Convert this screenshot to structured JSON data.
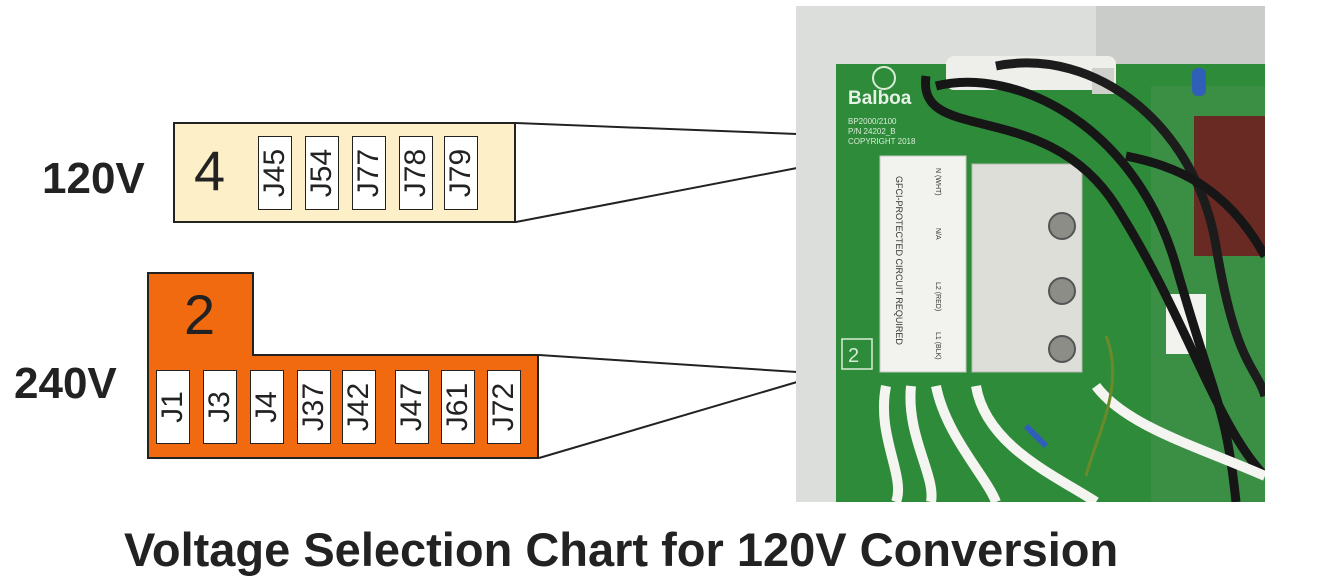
{
  "rows": [
    {
      "voltage": "120V",
      "number": "4",
      "jumpers": [
        "J45",
        "J54",
        "J77",
        "J78",
        "J79"
      ],
      "color": "#fdf0c8"
    },
    {
      "voltage": "240V",
      "number": "2",
      "jumpers": [
        "J1",
        "J3",
        "J4",
        "J37",
        "J42",
        "J47",
        "J61",
        "J72"
      ],
      "color": "#f26a10"
    }
  ],
  "photo": {
    "brand_label": "Balboa",
    "board_text": [
      "BP2000/2100",
      "P/N 24202_B",
      "COPYRIGHT 2018"
    ],
    "terminal_labels": [
      "N (WHT)",
      "N/A",
      "L2 (RED)",
      "L1 (BLK)"
    ],
    "gfci_label": "GFCI-PROTECTED CIRCUIT REQUIRED",
    "board_number": "2",
    "board_color": "#2e8b3a"
  },
  "caption": "Voltage Selection Chart for 120V Conversion"
}
